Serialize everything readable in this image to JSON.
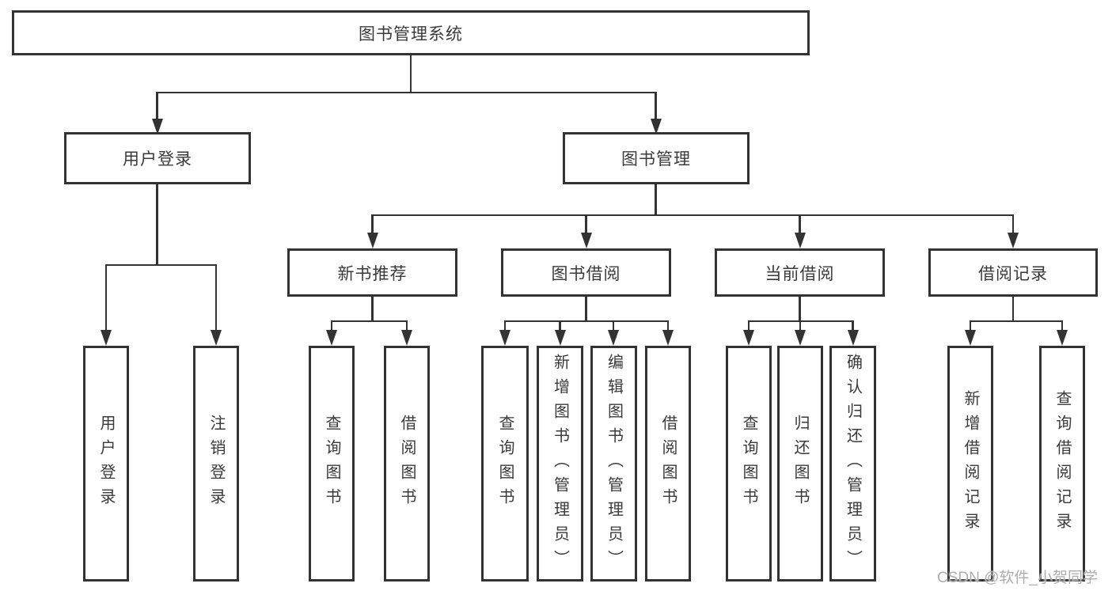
{
  "diagram": {
    "root": "图书管理系统",
    "level2": {
      "user_login": "用户登录",
      "book_mgmt": "图书管理"
    },
    "level3": {
      "new_books": "新书推荐",
      "borrowing": "图书借阅",
      "current": "当前借阅",
      "records": "借阅记录"
    },
    "leaves": {
      "user_login": "用户登录",
      "logout": "注销登录",
      "nb_query": "查询图书",
      "nb_borrow": "借阅图书",
      "bw_query": "查询图书",
      "bw_add": "新增图书（管理员）",
      "bw_edit": "编辑图书（管理员）",
      "bw_borrow": "借阅图书",
      "cu_query": "查询图书",
      "cu_return": "归还图书",
      "cu_confirm": "确认归还（管理员）",
      "rc_add": "新增借阅记录",
      "rc_query": "查询借阅记录"
    }
  },
  "watermark": "CSDN @软件_小贺同学",
  "colors": {
    "line": "#333333",
    "text": "#3a3a3a",
    "watermark": "#adadad",
    "background": "#ffffff"
  }
}
